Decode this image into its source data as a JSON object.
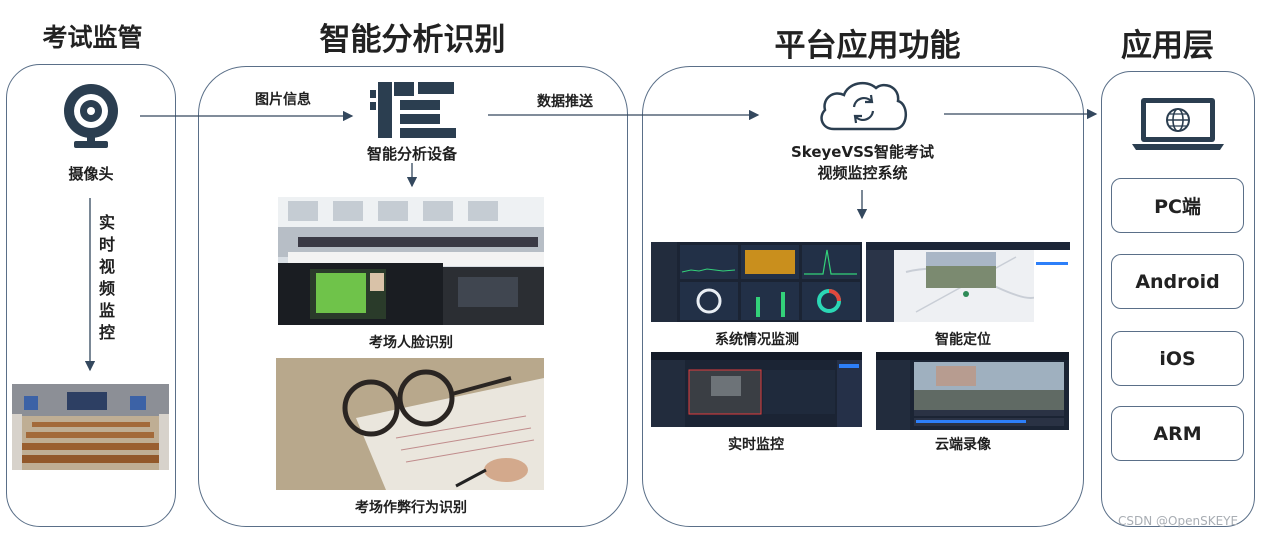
{
  "columns": {
    "exam": "考试监管",
    "analysis": "智能分析识别",
    "platform": "平台应用功能",
    "app": "应用层"
  },
  "exam_panel": {
    "camera_label": "摄像头",
    "vertical_label": [
      "实",
      "时",
      "视",
      "频",
      "监",
      "控"
    ]
  },
  "flow": {
    "image_info": "图片信息",
    "data_push": "数据推送"
  },
  "analysis_panel": {
    "device_label": "智能分析设备",
    "face_recognition": "考场人脸识别",
    "cheat_recognition": "考场作弊行为识别"
  },
  "platform_panel": {
    "system_line1": "SkeyeVSS智能考试",
    "system_line2": "视频监控系统",
    "features": [
      "系统情况监测",
      "智能定位",
      "实时监控",
      "云端录像"
    ]
  },
  "app_layer": {
    "clients": [
      "PC端",
      "Android",
      "iOS",
      "ARM"
    ]
  },
  "watermark": "CSDN @OpenSKEYE",
  "colors": {
    "icon_dark": "#2b3e50",
    "panel_border": "#5a6f88",
    "arrow": "#34485e",
    "screen_bg": "#1b2434"
  }
}
